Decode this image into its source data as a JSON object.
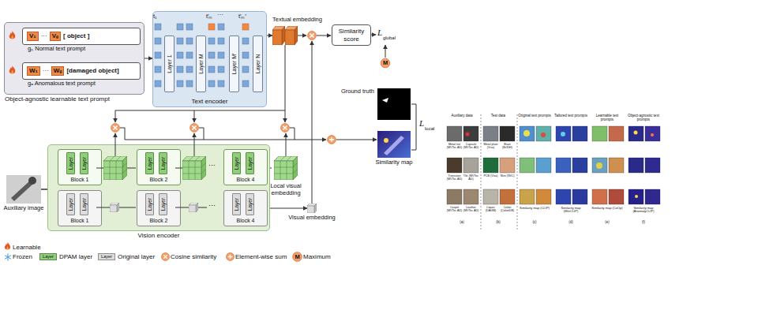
{
  "diagram": {
    "nodes": [
      {
        "text": [
          "Object-agnostic learnable text prompt"
        ]
      },
      {
        "text": [
          "V₁",
          "···",
          "Vₑ",
          "[ object ]",
          "gₙ Normal text prompt"
        ],
        "in": 0
      },
      {
        "text": [
          "W₁",
          "···",
          "Wₑ",
          "[damaged object]",
          "gₐ Anomalous text prompt"
        ],
        "in": 0
      },
      {
        "text": [
          "Text encoder"
        ]
      },
      {
        "text": [
          "Layer 1"
        ],
        "in": 3
      },
      {
        "text": [
          "Layer M"
        ],
        "in": 3
      },
      {
        "text": [
          "Layer M′"
        ],
        "in": 3
      },
      {
        "text": [
          "Layer N"
        ],
        "in": 3
      },
      {
        "text": [
          "Textual embedding"
        ]
      },
      {
        "text": [
          "Similarity score"
        ]
      },
      {
        "text": [
          "Ground truth"
        ]
      },
      {
        "text": [
          "Similarity map"
        ]
      },
      {
        "text": [
          "Auxiliary image"
        ]
      },
      {
        "text": [
          "Vision encoder"
        ]
      },
      {
        "text": [
          "Block 1"
        ],
        "in": 13
      },
      {
        "text": [
          "Layer"
        ],
        "in": 14
      },
      {
        "text": [
          "Layer"
        ],
        "in": 14
      },
      {
        "text": [
          "Block 2"
        ],
        "in": 13
      },
      {
        "text": [
          "Layer"
        ],
        "in": 17
      },
      {
        "text": [
          "Layer"
        ],
        "in": 17
      },
      {
        "text": [
          "Block 4"
        ],
        "in": 13
      },
      {
        "text": [
          "Layer"
        ],
        "in": 20
      },
      {
        "text": [
          "Layer"
        ],
        "in": 20
      },
      {
        "text": [
          "Block 1"
        ],
        "in": 13
      },
      {
        "text": [
          "Layer"
        ],
        "in": 23
      },
      {
        "text": [
          "Layer"
        ],
        "in": 23
      },
      {
        "text": [
          "Block 2"
        ],
        "in": 13
      },
      {
        "text": [
          "Layer"
        ],
        "in": 26
      },
      {
        "text": [
          "Layer"
        ],
        "in": 26
      },
      {
        "text": [
          "Block 4"
        ],
        "in": 13
      },
      {
        "text": [
          "Layer"
        ],
        "in": 29
      },
      {
        "text": [
          "Layer"
        ],
        "in": 29
      },
      {
        "text": [
          "Local visual embedding"
        ]
      },
      {
        "text": [
          "Visual embedding"
        ]
      }
    ],
    "edges": [
      {
        "from": 0,
        "to": 3,
        "arrow": "to"
      },
      {
        "from": 3,
        "to": 8,
        "arrow": "to"
      },
      {
        "from": 12,
        "to": 14,
        "arrow": "to"
      },
      {
        "from": 12,
        "to": 23,
        "arrow": "to"
      },
      {
        "from": 20,
        "to": 32,
        "arrow": "none"
      },
      {
        "from": 29,
        "to": 33,
        "arrow": "to"
      }
    ],
    "labels": [
      "t₁",
      "t′ₘ",
      "···",
      "t′ₘ′",
      "L",
      "global",
      "M",
      "L",
      "local",
      "···",
      "···",
      "Layer",
      "Layer",
      "M",
      "Auxiliary data",
      "Test data",
      "Original text prompts",
      "Tailored text prompts",
      "Learnable text prompts",
      "Object-agnostic text prompts",
      "Metal nut (MVTec AD)",
      "Capsule (MVTec AD)",
      "Metal plate (Visa)",
      "Brain (Br35H)",
      "Transistor (MVTec AD)",
      "Tile (MVTec AD)",
      "PCB (Visa)",
      "Skin (ISIC)",
      "Carpet (MVTec AD)",
      "Leather (MVTec AD)",
      "Liquor (DAGM)",
      "Colon (ColonDB)",
      "Similarity map (CLIP)",
      "Similarity map (WinCLIP)",
      "Similarity map (CoOp)",
      "Similarity map (AnomalyCLIP)",
      "(a)",
      "(b)",
      "(c)",
      "(d)",
      "(e)",
      "(f)"
    ],
    "legend": [
      {
        "text": "Learnable"
      },
      {
        "text": "Frozen"
      },
      {
        "text": "DPAM layer",
        "color": "#8fcf7a"
      },
      {
        "text": "Original layer",
        "color": "#dcdcdc"
      },
      {
        "text": "Cosine similarity"
      },
      {
        "text": "Element-wise sum"
      },
      {
        "text": "Maximum"
      }
    ]
  }
}
